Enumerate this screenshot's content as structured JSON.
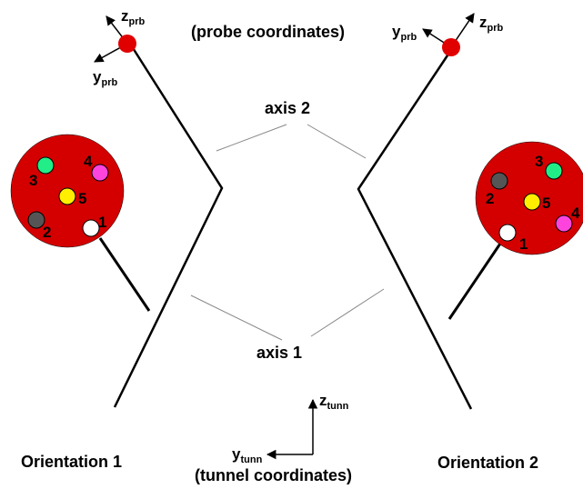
{
  "colors": {
    "probe_head": "#d40000",
    "tip_red": "#e10000",
    "hole1": "#ffffff",
    "hole2": "#555555",
    "hole3": "#22ee88",
    "hole4": "#ff44dd",
    "hole5": "#ffee00",
    "line": "#000000",
    "guide": "#888888"
  },
  "labels": {
    "probe_coordinates": "(probe coordinates)",
    "tunnel_coordinates": "(tunnel coordinates)",
    "axis1": "axis 1",
    "axis2": "axis 2",
    "orientation1": "Orientation 1",
    "orientation2": "Orientation 2",
    "z": "z",
    "y": "y",
    "prb": "prb",
    "tunn": "tunn"
  },
  "holes": {
    "h1": "1",
    "h2": "2",
    "h3": "3",
    "h4": "4",
    "h5": "5"
  }
}
